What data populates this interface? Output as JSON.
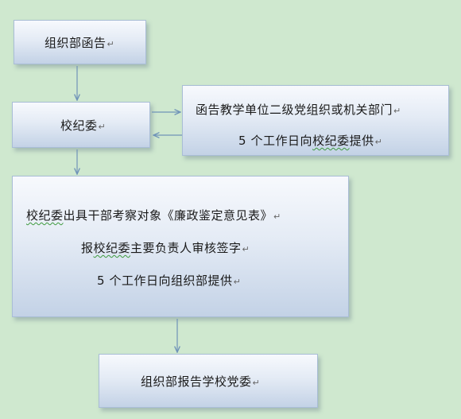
{
  "flowchart": {
    "box1": {
      "text": "组织部函告"
    },
    "box2": {
      "text": "校纪委"
    },
    "box3": {
      "line1": "函告教学单位二级党组织或机关部门",
      "line2_num": "5",
      "line2_pre": "个工作日向",
      "line2_squig": "校纪委",
      "line2_post": "提供"
    },
    "box4": {
      "line1_squig": "校纪委",
      "line1_rest": "出具干部考察对象《廉政鉴定意见表》",
      "line2_pre": "报",
      "line2_squig": "校纪委",
      "line2_post": "主要负责人审核签字",
      "line3_num": "5",
      "line3_rest": "个工作日向组织部提供"
    },
    "box5": {
      "text": "组织部报告学校党委"
    }
  },
  "return_mark": "↵",
  "colors": {
    "background": "#cfe8cf",
    "connector": "#6f93b8"
  }
}
